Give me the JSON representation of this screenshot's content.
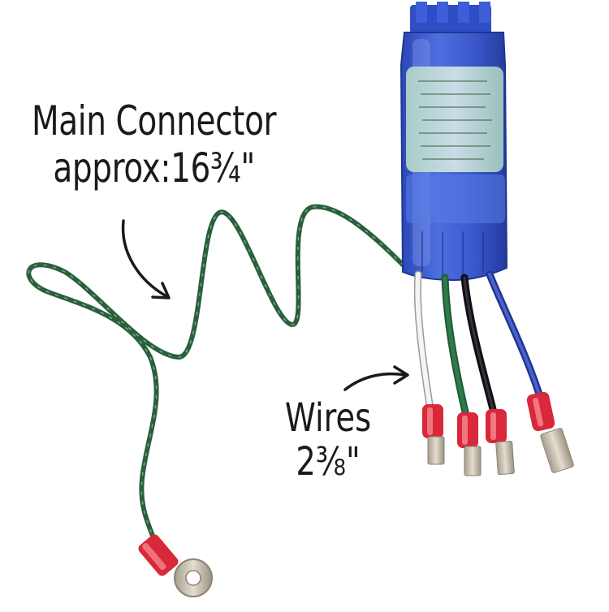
{
  "annotations": {
    "main_connector": {
      "line1": "Main Connector",
      "line2": "approx:16¾\""
    },
    "wires": {
      "line1": "Wires",
      "line2": "2⅜\""
    }
  },
  "colors": {
    "module_body": "#3f5fd6",
    "label_sticker": "#cfe9d2",
    "ground_wire": "#2f6b45",
    "wire_white": "#f2f2f2",
    "wire_green": "#2e7a4a",
    "wire_black": "#1c1c22",
    "wire_blue": "#3349b8",
    "connector_red": "#d8283a",
    "terminal_metal": "#c9c2b4"
  },
  "icons": [
    "arrow-main-connector-icon",
    "arrow-wires-icon"
  ]
}
